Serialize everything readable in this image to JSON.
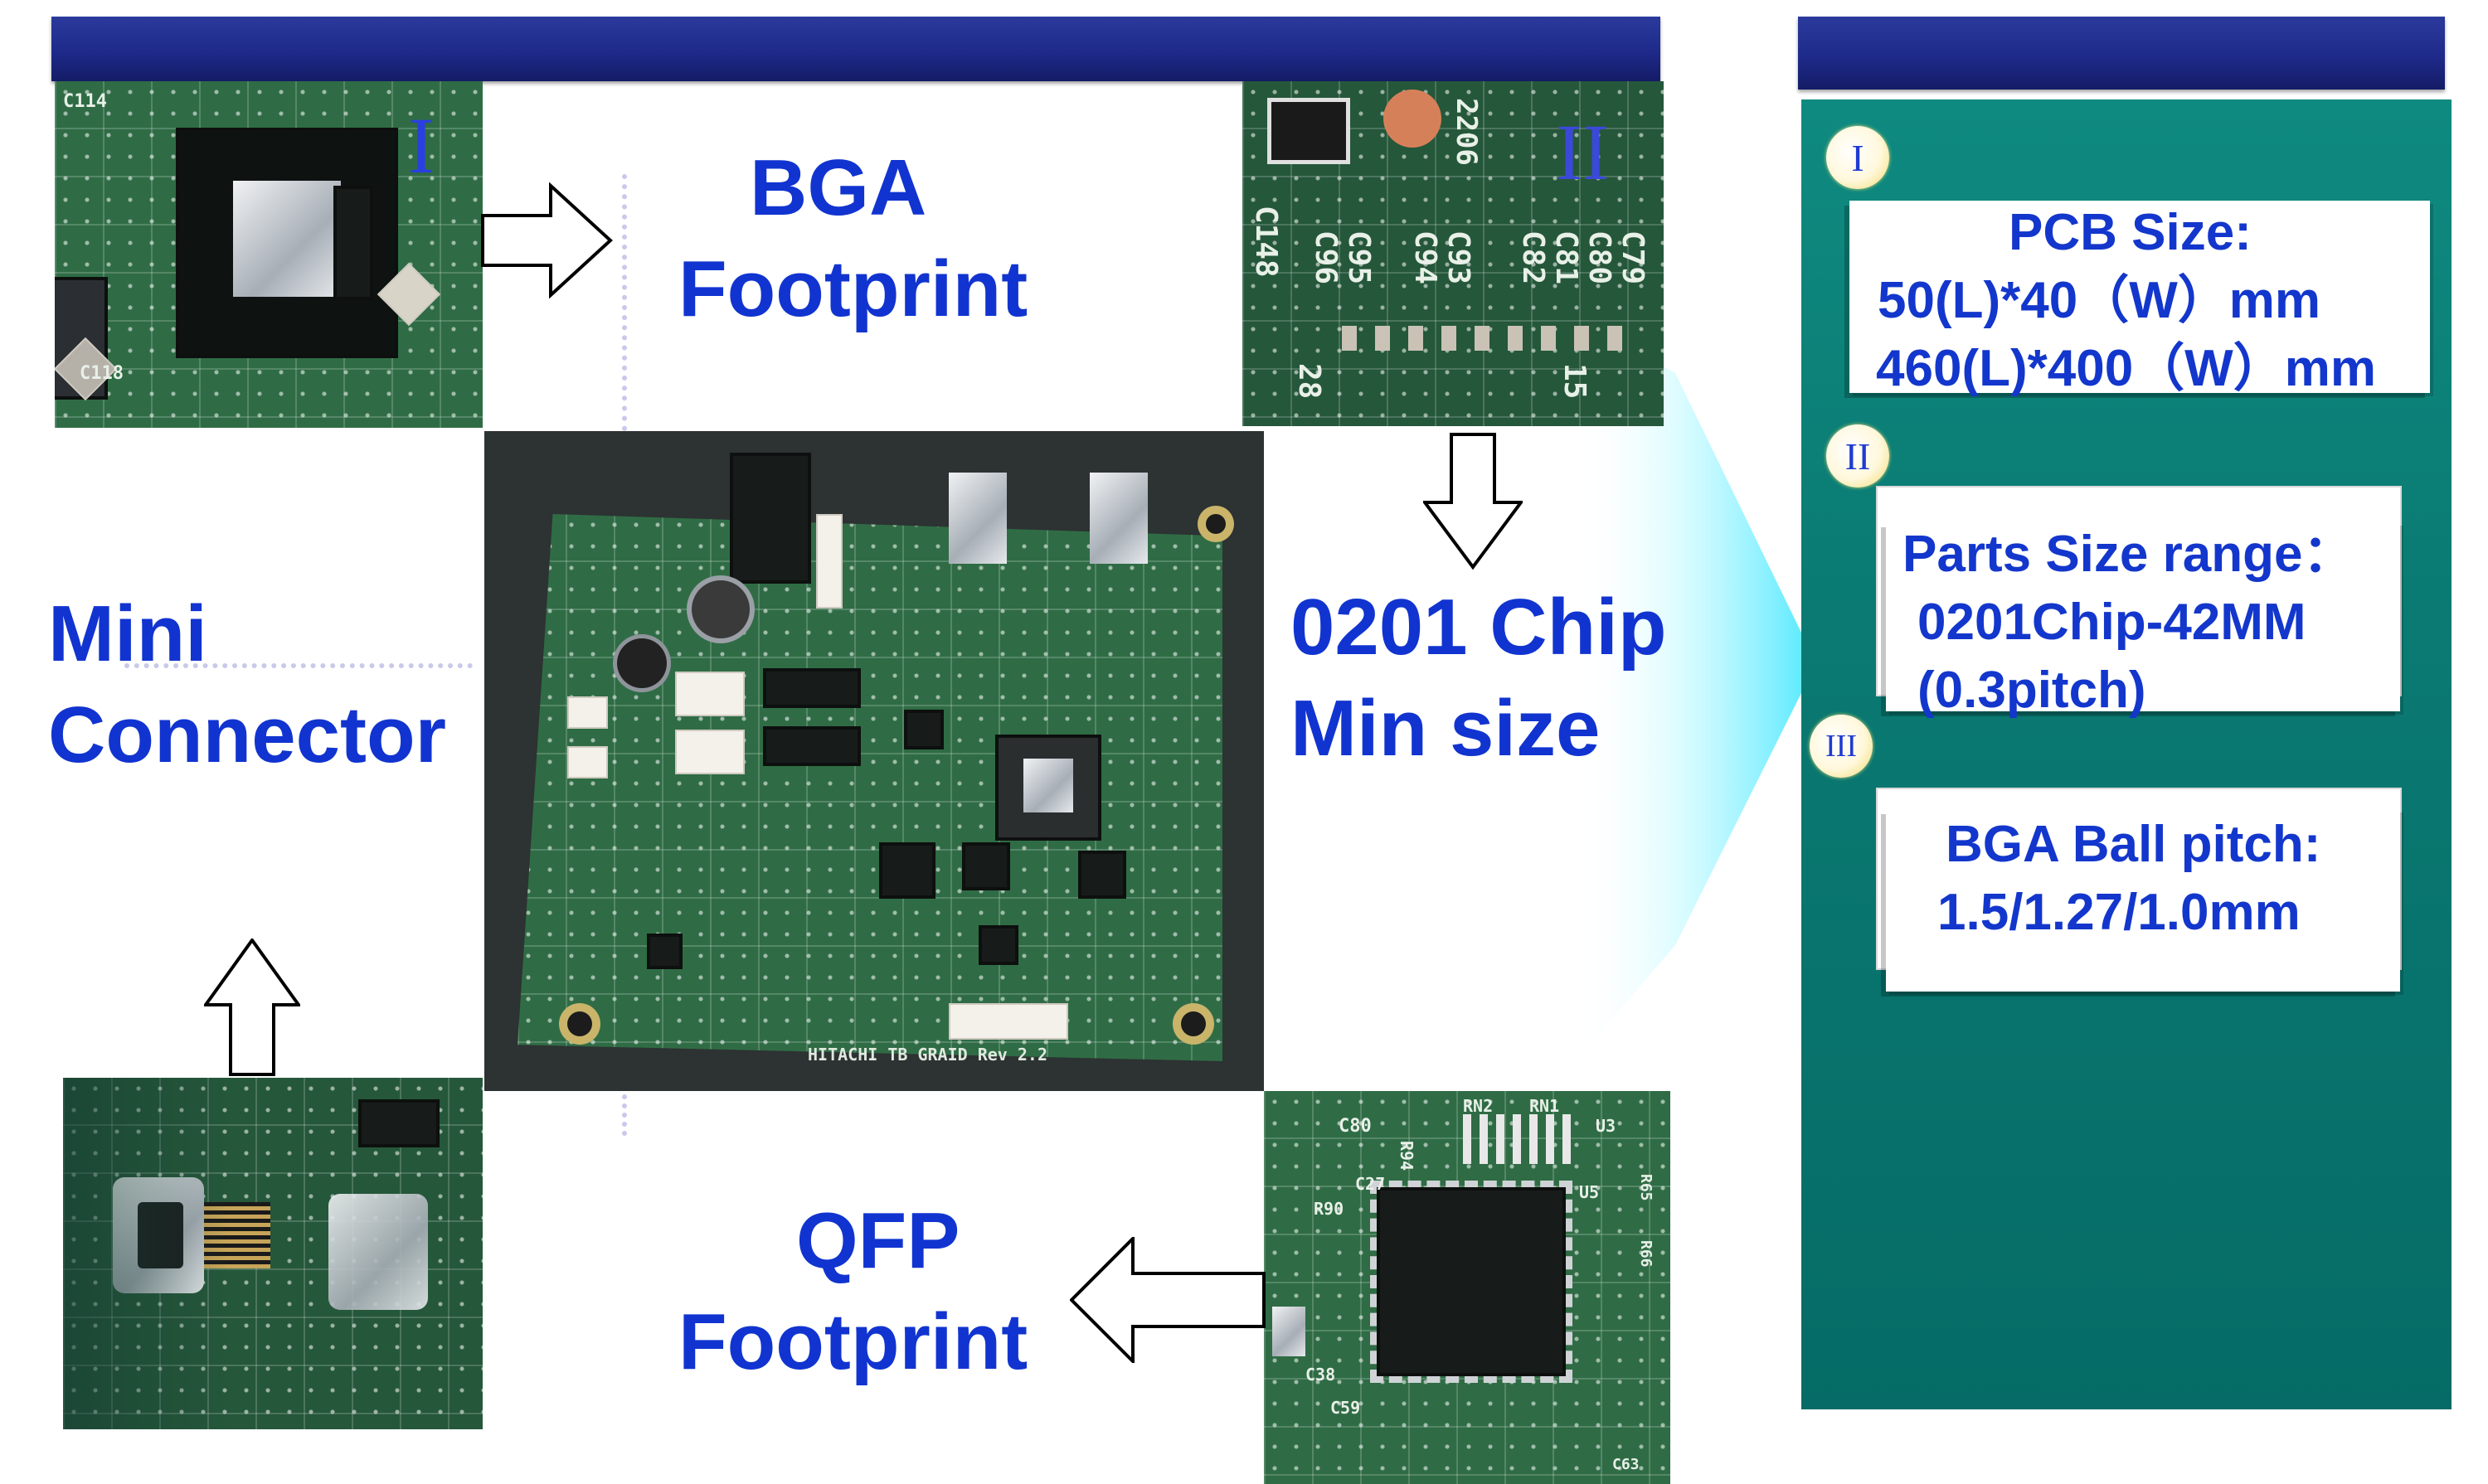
{
  "diagram": {
    "bga": {
      "numeral": "I",
      "caption": [
        "BGA",
        "Footprint"
      ]
    },
    "chip": {
      "numeral": "II",
      "caption": [
        "0201 Chip",
        "Min size"
      ]
    },
    "connector": {
      "caption": [
        "Mini",
        "Connector"
      ]
    },
    "qfp": {
      "caption": [
        "QFP",
        "Footprint"
      ]
    }
  },
  "photos": {
    "bga_silk": [
      "C114",
      "C118"
    ],
    "chip_silk": [
      "C148",
      "C95",
      "C96",
      "C93",
      "C94",
      "C80",
      "C79",
      "C81",
      "2206",
      "C82",
      "15",
      "28"
    ],
    "qfp_silk": [
      "RN2",
      "RN1",
      "C80",
      "R94",
      "U3",
      "C27",
      "R90",
      "U5",
      "R65",
      "R66",
      "C38",
      "C59",
      "C63"
    ],
    "main_board_silk": "HITACHI TB GRAID Rev 2.2"
  },
  "panel": {
    "items": [
      {
        "numeral": "I",
        "lines": [
          "PCB Size:",
          "50(L)*40（W）mm",
          "460(L)*400（W）mm"
        ]
      },
      {
        "numeral": "II",
        "lines": [
          "Parts Size range：",
          "0201Chip-42MM",
          "(0.3pitch)"
        ]
      },
      {
        "numeral": "III",
        "lines": [
          "BGA Ball pitch:",
          "1.5/1.27/1.0mm"
        ]
      }
    ]
  },
  "colors": {
    "header_bar": "#1e2a8a",
    "caption_blue": "#1134d0",
    "panel_teal": "#0a7a72",
    "beam_cyan": "#7ff3ff"
  }
}
